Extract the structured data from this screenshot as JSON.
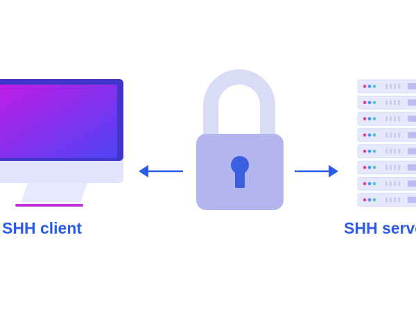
{
  "labels": {
    "client": "SHH client",
    "server": "SHH server"
  },
  "icons": {
    "client": "desktop-monitor-icon",
    "lock": "padlock-icon",
    "server": "server-rack-icon",
    "arrow_left": "arrow-left-icon",
    "arrow_right": "arrow-right-icon"
  },
  "colors": {
    "label_text": "#2b5ce6",
    "arrow": "#2b5ce6",
    "lock_shackle": "#d9dcf5",
    "lock_body": "#b3b5ef",
    "keyhole": "#3b5fe0",
    "screen_gradient_start": "#c21be6",
    "screen_gradient_end": "#4d44f5",
    "monitor_frame": "#e2e5fb",
    "monitor_stand_accent": "#c42fe0",
    "server_unit": "#e5e7fb",
    "server_dot_pink": "#e8409a",
    "server_dot_blue": "#4a8cf0",
    "server_dot_teal": "#4ac8c0"
  },
  "server": {
    "unit_count": 8
  }
}
